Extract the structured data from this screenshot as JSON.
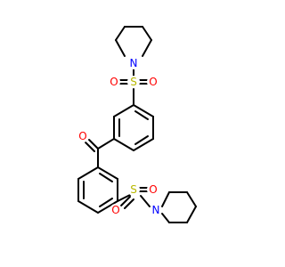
{
  "molecule": {
    "colors": {
      "bond": "#000000",
      "nitrogen": "#0000ff",
      "oxygen": "#ff0000",
      "sulfur": "#b8b800",
      "background": "#ffffff"
    },
    "atoms": {
      "N_top": "N",
      "S_top": "S",
      "O_top_left": "O",
      "O_top_right": "O",
      "O_carbonyl": "O",
      "S_bottom": "S",
      "O_bottom_left": "O",
      "O_bottom_right": "O",
      "N_bottom": "N"
    }
  }
}
